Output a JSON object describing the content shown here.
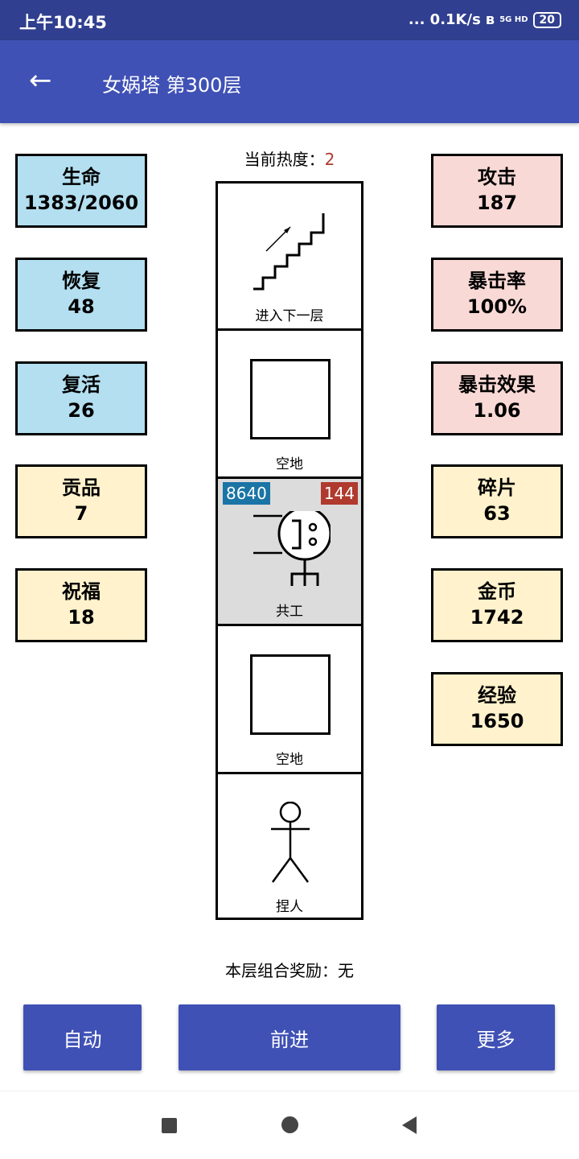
{
  "status": {
    "time": "上午10:45",
    "net": "... 0.1K/s",
    "signal": "5G HD",
    "battery": "20"
  },
  "appbar": {
    "title": "女娲塔 第300层"
  },
  "heat": {
    "label": "当前热度：",
    "value": "2"
  },
  "left": [
    {
      "label": "生命",
      "value": "1383/2060"
    },
    {
      "label": "恢复",
      "value": "48"
    },
    {
      "label": "复活",
      "value": "26"
    },
    {
      "label": "贡品",
      "value": "7"
    },
    {
      "label": "祝福",
      "value": "18"
    }
  ],
  "right": [
    {
      "label": "攻击",
      "value": "187"
    },
    {
      "label": "暴击率",
      "value": "100%"
    },
    {
      "label": "暴击效果",
      "value": "1.06"
    },
    {
      "label": "碎片",
      "value": "63"
    },
    {
      "label": "金币",
      "value": "1742"
    },
    {
      "label": "经验",
      "value": "1650"
    }
  ],
  "cells": [
    {
      "label": "进入下一层"
    },
    {
      "label": "空地"
    },
    {
      "label": "共工",
      "hp": "8640",
      "atk": "144"
    },
    {
      "label": "空地"
    },
    {
      "label": "捏人"
    }
  ],
  "reward": "本层组合奖励：无",
  "buttons": {
    "auto": "自动",
    "forward": "前进",
    "more": "更多"
  }
}
